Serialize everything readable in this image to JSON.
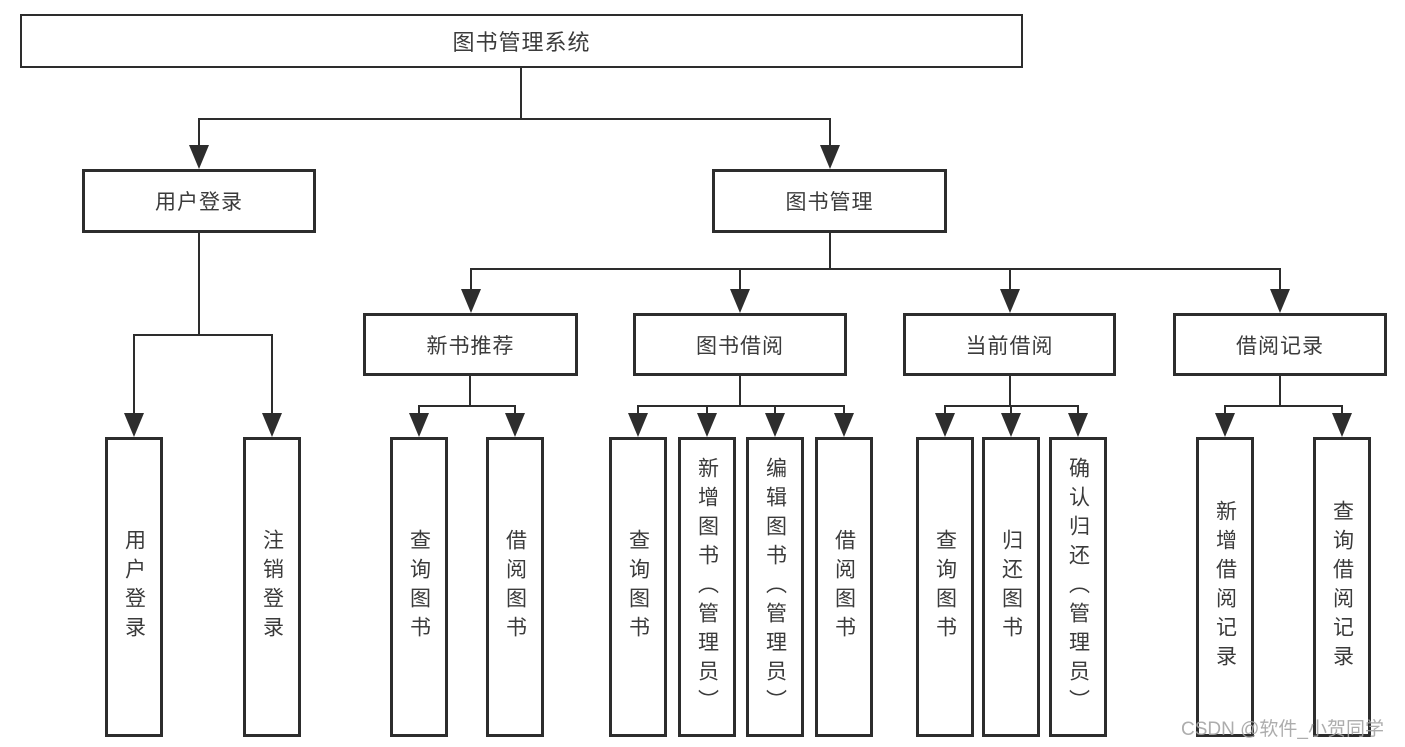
{
  "tree": {
    "root": {
      "label": "图书管理系统"
    },
    "branches": [
      {
        "label": "用户登录",
        "children": [
          {
            "label": "用户登录"
          },
          {
            "label": "注销登录"
          }
        ]
      },
      {
        "label": "图书管理",
        "children": [
          {
            "label": "新书推荐",
            "children": [
              {
                "label": "查询图书"
              },
              {
                "label": "借阅图书"
              }
            ]
          },
          {
            "label": "图书借阅",
            "children": [
              {
                "label": "查询图书"
              },
              {
                "label": "新增图书（管理员）"
              },
              {
                "label": "编辑图书（管理员）"
              },
              {
                "label": "借阅图书"
              }
            ]
          },
          {
            "label": "当前借阅",
            "children": [
              {
                "label": "查询图书"
              },
              {
                "label": "归还图书"
              },
              {
                "label": "确认归还（管理员）"
              }
            ]
          },
          {
            "label": "借阅记录",
            "children": [
              {
                "label": "新增借阅记录"
              },
              {
                "label": "查询借阅记录"
              }
            ]
          }
        ]
      }
    ]
  },
  "watermark": "CSDN @软件_小贺同学",
  "colors": {
    "line": "#2d2d2d",
    "text": "#3b3b3b",
    "watermark": "#a4a4a4",
    "background": "#ffffff"
  }
}
